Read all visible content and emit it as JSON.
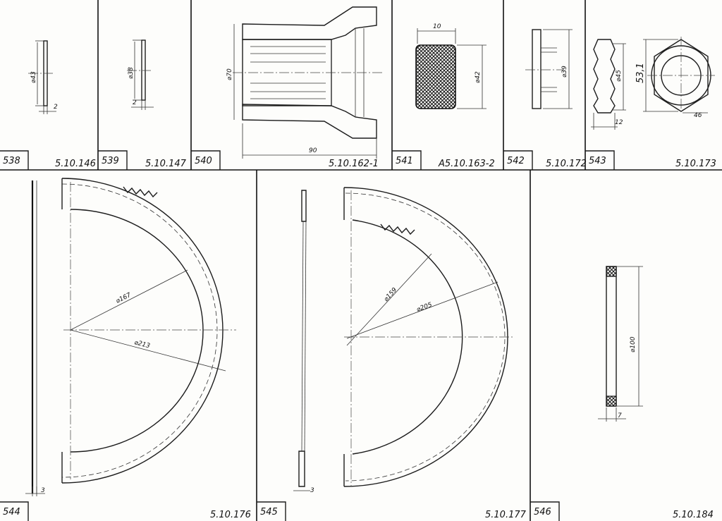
{
  "cells": [
    {
      "number": "538",
      "code": "5.10.146",
      "dims": [
        "⌀43",
        "2"
      ]
    },
    {
      "number": "539",
      "code": "5.10.147",
      "dims": [
        "⌀38",
        "2"
      ]
    },
    {
      "number": "540",
      "code": "5.10.162-1",
      "dims": [
        "⌀70",
        "90"
      ]
    },
    {
      "number": "541",
      "code": "А5.10.163-2",
      "dims": [
        "10",
        "⌀42"
      ]
    },
    {
      "number": "542",
      "code": "5.10.172",
      "dims": [
        "⌀39"
      ]
    },
    {
      "number": "543",
      "code": "5.10.173",
      "dims": [
        "⌀45",
        "53,1",
        "12",
        "46"
      ]
    },
    {
      "number": "544",
      "code": "5.10.176",
      "dims": [
        "⌀167",
        "⌀213",
        "3"
      ]
    },
    {
      "number": "545",
      "code": "5.10.177",
      "dims": [
        "⌀159",
        "⌀205",
        "3"
      ]
    },
    {
      "number": "546",
      "code": "5.10.184",
      "dims": [
        "⌀100",
        "7"
      ]
    }
  ]
}
